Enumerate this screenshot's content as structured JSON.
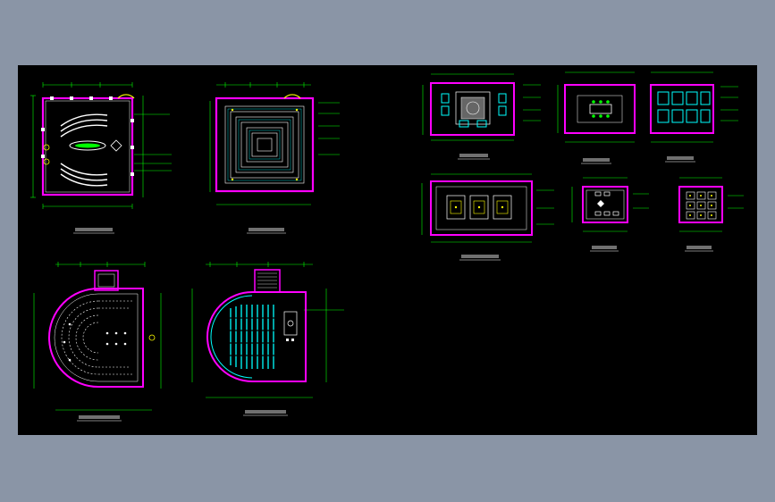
{
  "canvas": {
    "background": "#000000",
    "frame": "#8a95a6"
  },
  "colors": {
    "wall": "#ff00ff",
    "dimension": "#00ff00",
    "furniture": "#00ffff",
    "white": "#ffffff",
    "yellow": "#ffff00",
    "red": "#ff3030",
    "blue": "#3a7bff"
  },
  "drawings": [
    {
      "id": "plan-1",
      "kind": "meeting room floor plan"
    },
    {
      "id": "plan-2",
      "kind": "meeting room ceiling plan"
    },
    {
      "id": "plan-3",
      "kind": "semicircular lecture hall floor plan"
    },
    {
      "id": "plan-4",
      "kind": "auditorium seating plan"
    },
    {
      "id": "plan-5",
      "kind": "VIP reception room plan"
    },
    {
      "id": "plan-6",
      "kind": "small meeting room plan"
    },
    {
      "id": "plan-7",
      "kind": "meeting room ceiling plan"
    },
    {
      "id": "plan-8",
      "kind": "reception room ceiling plan"
    },
    {
      "id": "plan-9",
      "kind": "small meeting room plan"
    },
    {
      "id": "plan-10",
      "kind": "small room ceiling plan"
    }
  ]
}
